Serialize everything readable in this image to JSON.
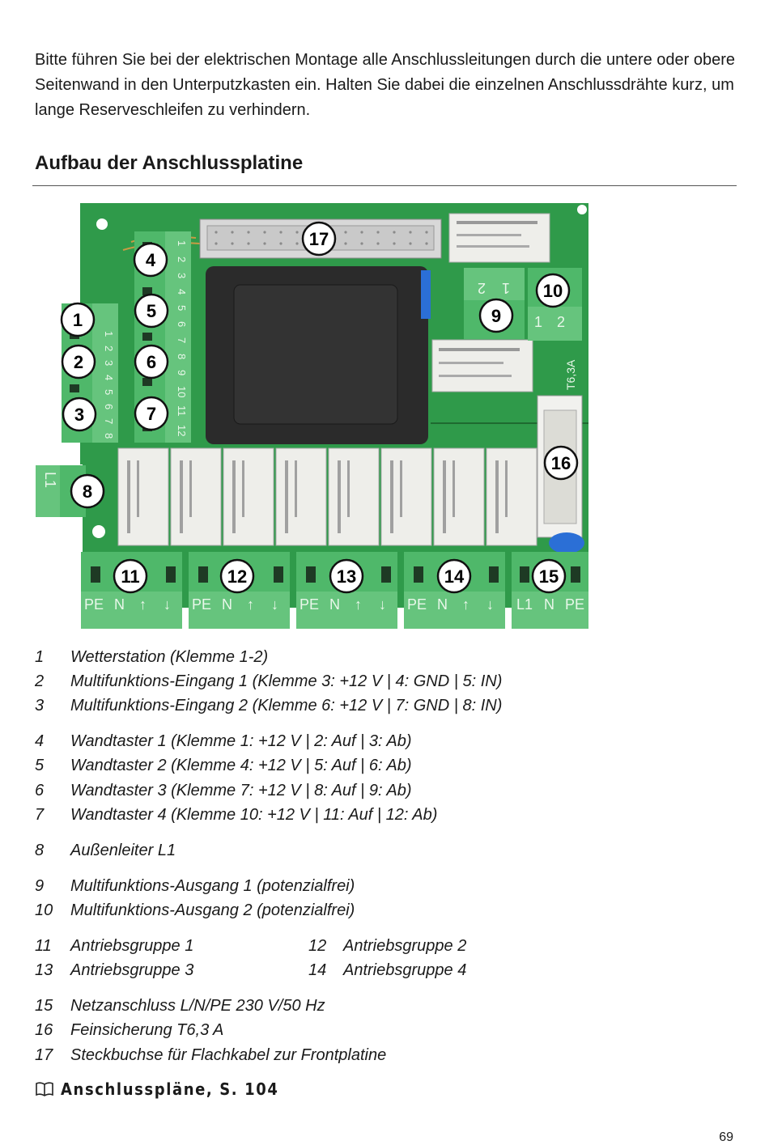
{
  "intro": "Bitte führen Sie bei der elektrischen Montage alle Anschlussleitungen durch die untere oder obere Seitenwand in den Unterputzkasten ein. Halten Sie dabei die einzelnen Anschlussdrähte kurz, um lange Reserveschleifen zu verhindern.",
  "heading": "Aufbau der Anschlussplatine",
  "board": {
    "callouts": [
      "1",
      "2",
      "3",
      "4",
      "5",
      "6",
      "7",
      "8",
      "9",
      "10",
      "11",
      "12",
      "13",
      "14",
      "15",
      "16",
      "17"
    ],
    "fuse_label": "T6,3A",
    "terminal_labels": {
      "group": [
        "PE",
        "N",
        "↑",
        "↓"
      ],
      "power": [
        "L1",
        "N",
        "PE"
      ],
      "l1": "L1",
      "t9": [
        "2",
        "1"
      ],
      "t10": [
        "1",
        "2"
      ],
      "left_pins": [
        "1",
        "2",
        "3",
        "4",
        "5",
        "6",
        "7",
        "8"
      ],
      "mid_pins": [
        "1",
        "2",
        "3",
        "4",
        "5",
        "6",
        "7",
        "8",
        "9",
        "10",
        "11",
        "12"
      ]
    }
  },
  "legend": [
    {
      "num": "1",
      "text": "Wetterstation (Klemme 1-2)"
    },
    {
      "num": "2",
      "text": "Multifunktions-Eingang 1 (Klemme 3: +12 V | 4: GND | 5: IN)"
    },
    {
      "num": "3",
      "text": "Multifunktions-Eingang 2 (Klemme 6: +12 V | 7: GND | 8: IN)"
    },
    {
      "num": "4",
      "text": "Wandtaster 1 (Klemme 1: +12 V | 2: Auf | 3: Ab)"
    },
    {
      "num": "5",
      "text": "Wandtaster 2 (Klemme 4: +12 V | 5: Auf | 6: Ab)"
    },
    {
      "num": "6",
      "text": "Wandtaster 3 (Klemme 7: +12 V | 8: Auf | 9: Ab)"
    },
    {
      "num": "7",
      "text": "Wandtaster 4 (Klemme 10: +12 V | 11: Auf | 12: Ab)"
    },
    {
      "num": "8",
      "text": "Außenleiter L1"
    },
    {
      "num": "9",
      "text": "Multifunktions-Ausgang 1 (potenzialfrei)"
    },
    {
      "num": "10",
      "text": "Multifunktions-Ausgang 2 (potenzialfrei)"
    },
    {
      "num": "11",
      "text": "Antriebsgruppe 1"
    },
    {
      "num": "12",
      "text": "Antriebsgruppe 2"
    },
    {
      "num": "13",
      "text": "Antriebsgruppe 3"
    },
    {
      "num": "14",
      "text": "Antriebsgruppe 4"
    },
    {
      "num": "15",
      "text": "Netzanschluss L/N/PE 230 V/50 Hz"
    },
    {
      "num": "16",
      "text": "Feinsicherung T6,3 A"
    },
    {
      "num": "17",
      "text": "Steckbuchse für Flachkabel zur Frontplatine"
    }
  ],
  "xref": "Anschlusspläne, S. 104",
  "page_number": "69",
  "colors": {
    "pcb": "#2f9a4a",
    "terminal": "#4fb86a",
    "relay": "#eeeeea",
    "transformer": "#2b2b2b"
  }
}
